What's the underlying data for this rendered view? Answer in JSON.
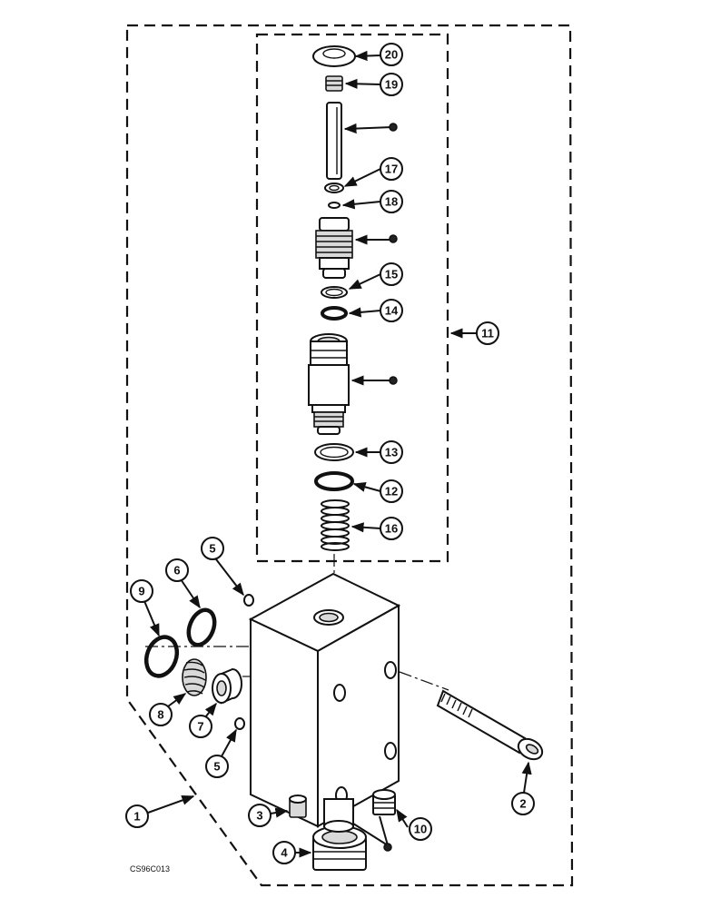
{
  "figure_code": "CS96C013",
  "callouts": {
    "c1": "1",
    "c2": "2",
    "c3": "3",
    "c4": "4",
    "c5a": "5",
    "c5b": "5",
    "c6": "6",
    "c7": "7",
    "c8": "8",
    "c9": "9",
    "c10": "10",
    "c11": "11",
    "c12": "12",
    "c13": "13",
    "c14": "14",
    "c15": "15",
    "c16": "16",
    "c17": "17",
    "c18": "18",
    "c19": "19",
    "c20": "20"
  }
}
